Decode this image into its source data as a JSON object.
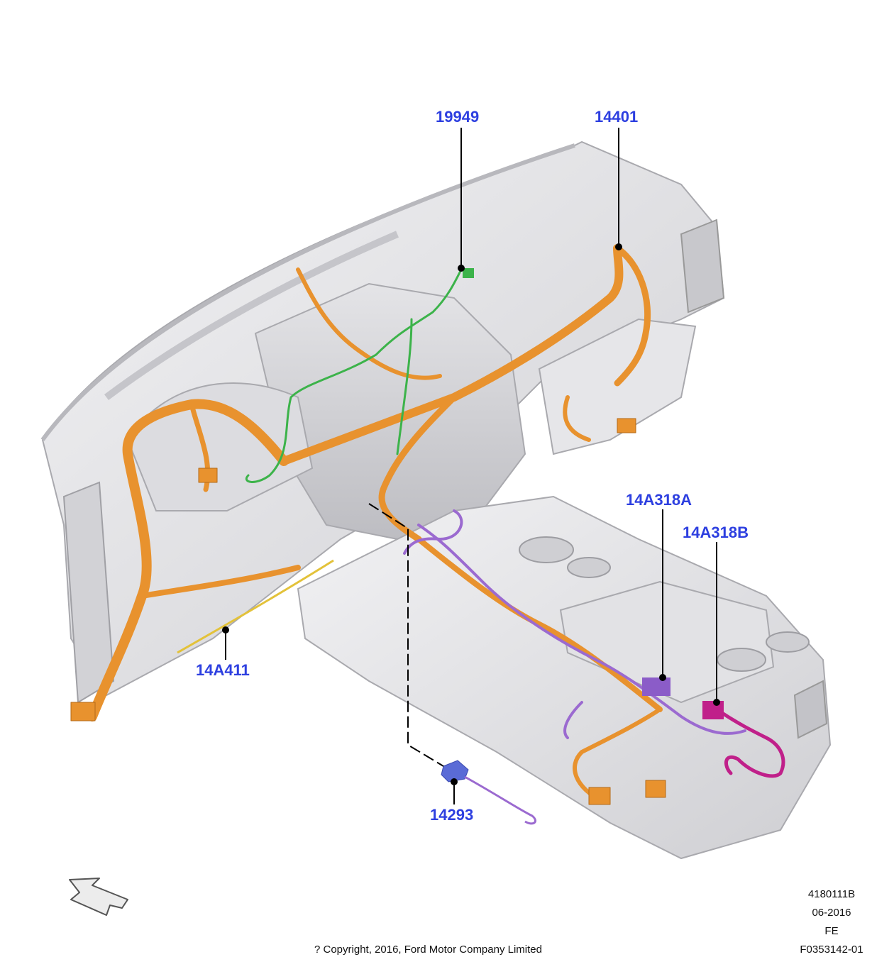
{
  "callouts": {
    "c19949": "19949",
    "c14401": "14401",
    "c14A318A": "14A318A",
    "c14A318B": "14A318B",
    "c14A411": "14A411",
    "c14293": "14293"
  },
  "footer": {
    "code1": "4180111B",
    "date": "06-2016",
    "region": "FE",
    "figure": "F0353142-01",
    "copyright": "? Copyright, 2016, Ford Motor Company Limited"
  },
  "colors": {
    "callout_text": "#2d3fe0",
    "harness_orange": "#e8922e",
    "harness_green": "#3cb34a",
    "harness_purple": "#9b6ad0",
    "harness_magenta": "#c0208a",
    "harness_yellow": "#e3c23a",
    "module_blue": "#5a6bd6",
    "panel_grey": "#d9d9dc"
  },
  "icons": [
    "orientation-arrow-icon"
  ]
}
